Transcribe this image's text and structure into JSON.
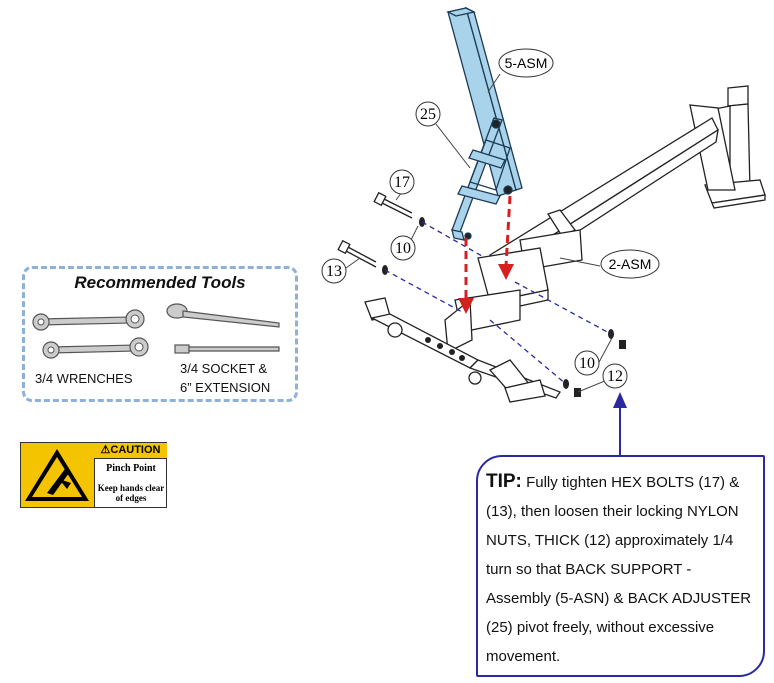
{
  "diagram": {
    "callouts": {
      "asm5": "5-ASM",
      "asm2": "2-ASM",
      "c25": "25",
      "c17": "17",
      "c10a": "10",
      "c13": "13",
      "c10b": "10",
      "c12": "12"
    }
  },
  "tools": {
    "title": "Recommended Tools",
    "wrenches": "3/4 WRENCHES",
    "socket_line1": "3/4 SOCKET &",
    "socket_line2": "6” EXTENSION"
  },
  "caution": {
    "header": "⚠CAUTION",
    "title": "Pinch Point",
    "text": "Keep hands clear of edges"
  },
  "tip": {
    "label": "TIP:",
    "text": "Fully tighten HEX BOLTS (17) & (13), then loosen their locking NYLON NUTS, THICK (12) approximately 1/4 turn so that BACK SUPPORT - Assembly (5-ASN) & BACK ADJUSTER (25) pivot freely, without excessive movement."
  },
  "colors": {
    "blue_part": "#a9d3ea",
    "arrow_red": "#d62020",
    "leader_blue": "#2a2aa0",
    "caution_yellow": "#f5c400"
  }
}
